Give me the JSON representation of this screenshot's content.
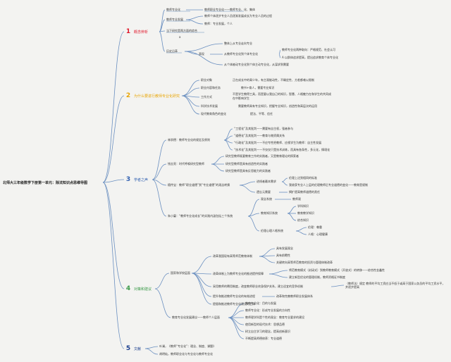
{
  "root": "北师大三年级数学下册第一单元：除法知识点思维导图",
  "colors": {
    "b1": "#e0182b",
    "b2": "#e8a400",
    "b3": "#2f5fb0",
    "b4": "#3c9b4a",
    "b5": "#1b3f8f",
    "line": "#6a8fc0"
  },
  "b1": {
    "num": "1",
    "label": "概念辨析",
    "items": [
      "教师专业化",
      "教师职业专业化——教师专业、化、集体",
      "教师专业发展",
      "教师个体逐步专业人员逐渐发展成长为专业人员的过程",
      "教师：专业发展，个人",
      "当下研究是两方面的综合",
      "a",
      "历史沿革",
      "整体上从专业走向专业",
      "表现",
      "从教师专业化到个体专业化",
      "教师专业化两种取向：严格规范、社会认可",
      "A 以群体追求提高，提出追求教育个体专业化",
      "从个体被动专业化到个体主动专业化，从谋求到需要"
    ]
  },
  "b2": {
    "num": "2",
    "label": "为什么要进行教师专业化研究",
    "items": [
      "职业对象",
      "正在成长中的青少年，有主观能动性，不确定性、方差都难以限制",
      "职业内容和任务",
      "教书+育人，需要专业知识",
      "工作方式",
      "不是学生教得工具，而是要以我自己的知识，智慧、人格魅力在和学生的共同成",
      "在中影响学生",
      "科学技术发展",
      "需要教师具有专业知识，把握专业知识，创造性和高层次的运用",
      "现代教育角色的变化",
      "提法、平等、信任"
    ]
  },
  "b3": {
    "num": "3",
    "label": "学者之声",
    "items": [
      "林崇德：教师专业化的规定及原则",
      "“工程化”及其批判——需要有自主权，强者参与",
      "“道德化”及其批判——教育与物资属关系",
      "“行政化”及其批判——不应专性把教师、应视学生为教师：自主性发展",
      "“技术化”及其批判——不仅仅只是技术训练，而具有各条性，多元化，情境化",
      "钱志亮：时代呼唤研究型教师",
      "研究型教师既要教育工作的实践者，又是教育理论的探索者",
      "研究型教师是具有创造性的实践者",
      "研究型教师是具有反思能力的实践者",
      "檀传宝：教师“职业道德”到“专业道德”的观念转换",
      "进线者最本需求",
      "伦理上达到相同的标准",
      "我收获专业人上层的伦理教师后专业道德的变化——教育是规制",
      "遗忘元需要",
      "揭扩提高教师道德的责任",
      "朱小蔓：“教师专业化成长”的实践内涵包括三个系统",
      "观念系统",
      "教师观",
      "学科知识",
      "教育知识系统",
      "教育教学知识",
      "综合知识",
      "伦理心理人格系统",
      "伦理：尊重",
      "人格：心理健康"
    ]
  },
  "b4": {
    "num": "4",
    "label": "对策和建议",
    "items": [
      "国家和学校层面",
      "改革我国现有高等师范教育体制",
      "具有发展观念",
      "具有前瞻性",
      "关键转向高等师范教育的投资与管理体制改革",
      "改革体制上为教师专业化的推进提供保障",
      "将范教育模式（封闭式）到教师教育模式（开放式）的转移——综合性金鑫性",
      "建立新型优化的管理机制，教师资格证书制度",
      "采用教师的聘用制度，改变教师职业终身保护关系，建立适宜的竞争机制",
      "（教师法）规定 教师的平均工资应当不低于或高于国家公务员的平均工资水平，并逐步提高",
      "提升和推进教师专业化的有效进程",
      "改革和完善教师职业发展体系",
      "提倡和推进教师专业化建设的主体",
      "教育专业化发展建议——教师个人层面",
      "教育专业化：目的与发展",
      "教师专业化：形成专业发展的方向性",
      "教师理学科是个性的观念：教育专业要求的建设",
      "使用新型的现代技术：思想品德",
      "树立自主学习的理念，提高创新意识",
      "不断提高师德修养：专业道德"
    ]
  },
  "b5": {
    "num": "5",
    "label": "文献",
    "items": [
      "叶澜，《教师“专业化”：理念、制度、课题》",
      "胡明灿，教师职业化与专业化与教师专业化"
    ]
  }
}
